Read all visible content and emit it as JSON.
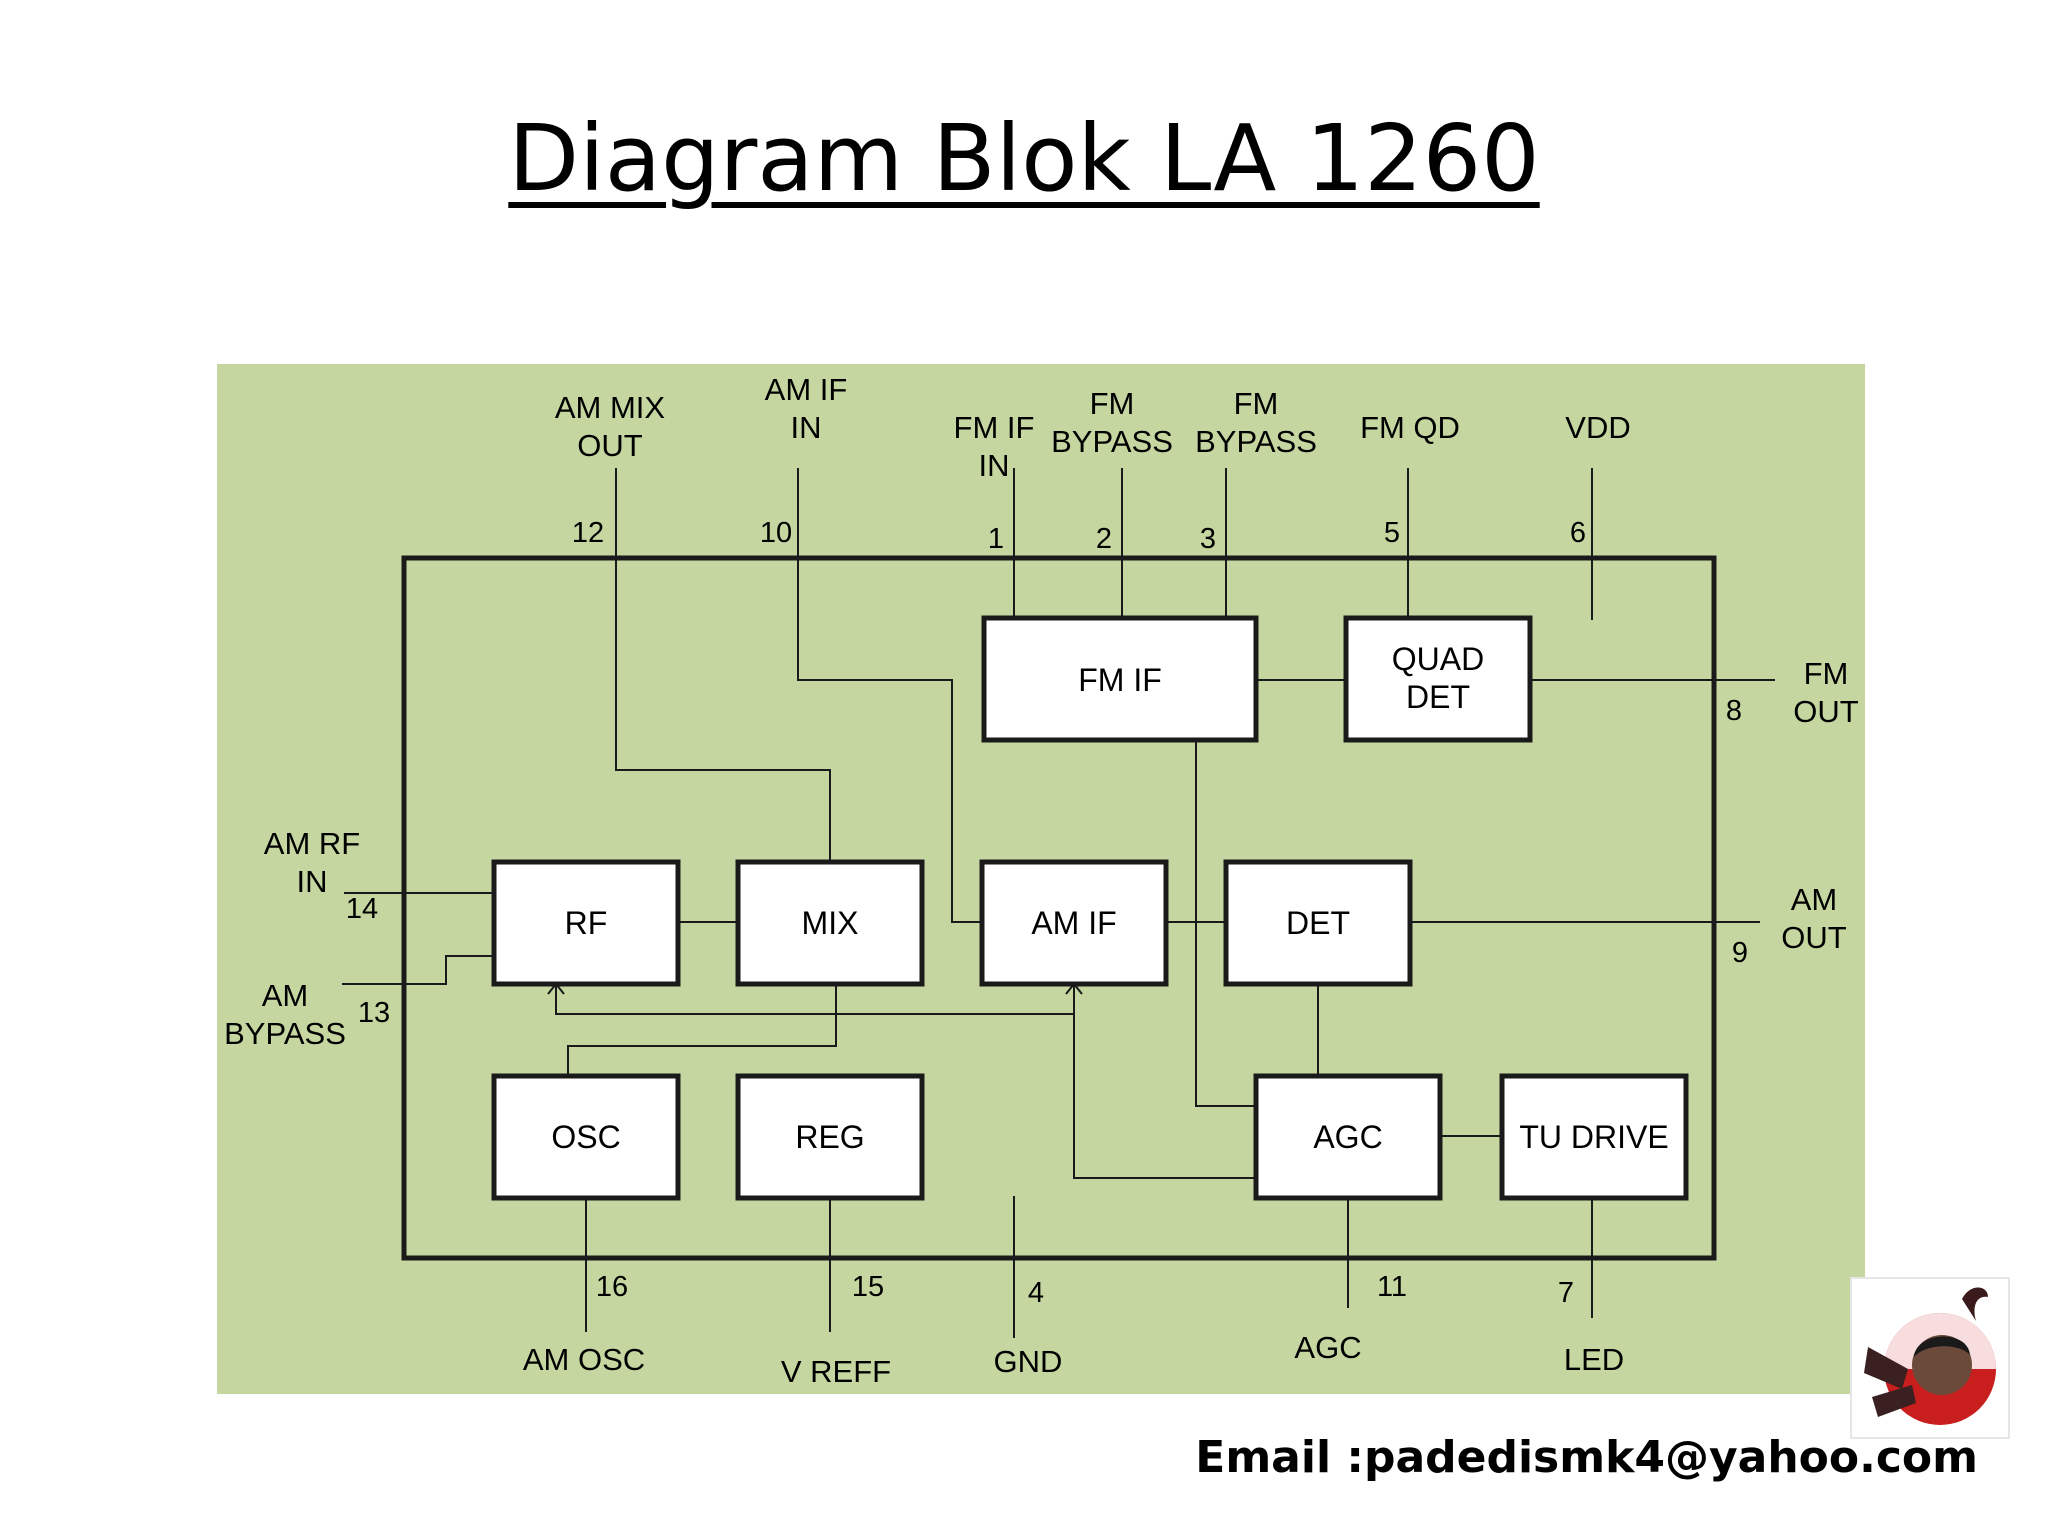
{
  "title": "Diagram Blok LA 1260",
  "email": "Email :padedismk4@yahoo.com",
  "colors": {
    "background": "#c5d6a0",
    "line": "#1a1a1a",
    "block_fill": "#ffffff",
    "logo_red": "#c81e1e"
  },
  "logo": {
    "icon": "person-emblem-icon"
  },
  "blocks": {
    "fm_if": "FM IF",
    "quad_det": [
      "QUAD",
      "DET"
    ],
    "rf": "RF",
    "mix": "MIX",
    "am_if": "AM IF",
    "det": "DET",
    "osc": "OSC",
    "reg": "REG",
    "agc": "AGC",
    "tu_drive": "TU DRIVE"
  },
  "pins": {
    "p12": {
      "number": "12",
      "label": [
        "AM MIX",
        "OUT"
      ]
    },
    "p10": {
      "number": "10",
      "label": [
        "AM IF",
        "IN"
      ]
    },
    "p1": {
      "number": "1",
      "label": [
        "FM IF",
        "IN"
      ]
    },
    "p2": {
      "number": "2",
      "label": [
        "FM",
        "BYPASS"
      ]
    },
    "p3": {
      "number": "3",
      "label": [
        "FM",
        "BYPASS"
      ]
    },
    "p5": {
      "number": "5",
      "label": [
        "FM QD"
      ]
    },
    "p6": {
      "number": "6",
      "label": [
        "VDD"
      ]
    },
    "p8": {
      "number": "8",
      "label": [
        "FM",
        "OUT"
      ]
    },
    "p9": {
      "number": "9",
      "label": [
        "AM",
        "OUT"
      ]
    },
    "p14": {
      "number": "14",
      "label": [
        "AM RF",
        "IN"
      ]
    },
    "p13": {
      "number": "13",
      "label": [
        "AM",
        "BYPASS"
      ]
    },
    "p16": {
      "number": "16",
      "label": [
        "AM OSC"
      ]
    },
    "p15": {
      "number": "15",
      "label": [
        "V REFF"
      ]
    },
    "p4": {
      "number": "4",
      "label": [
        "GND"
      ]
    },
    "p11": {
      "number": "11",
      "label": [
        "AGC"
      ]
    },
    "p7": {
      "number": "7",
      "label": [
        "LED"
      ]
    }
  }
}
